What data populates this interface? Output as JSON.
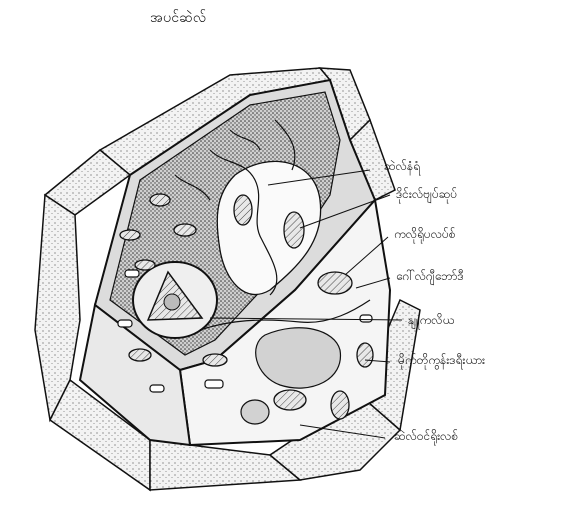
{
  "title": "အပင်ဆဲလ်",
  "labels": {
    "cell_wall": "ဆဲလ်နံရံ",
    "er": "ဒိုင်းလ်ဗျပ်ဆုပ်",
    "chloroplast": "ကလိုရိုပလပ်စ်",
    "golgi": "ဂေါ်လ်ဂျီဘော်ဒီ",
    "nucleus": "နျူကလိယ",
    "mitochondria": "မိုက်တိုကွန်းဒရီးယား",
    "vacuole": "ဆဲလ်ဝင်ရိုးလစ်"
  }
}
